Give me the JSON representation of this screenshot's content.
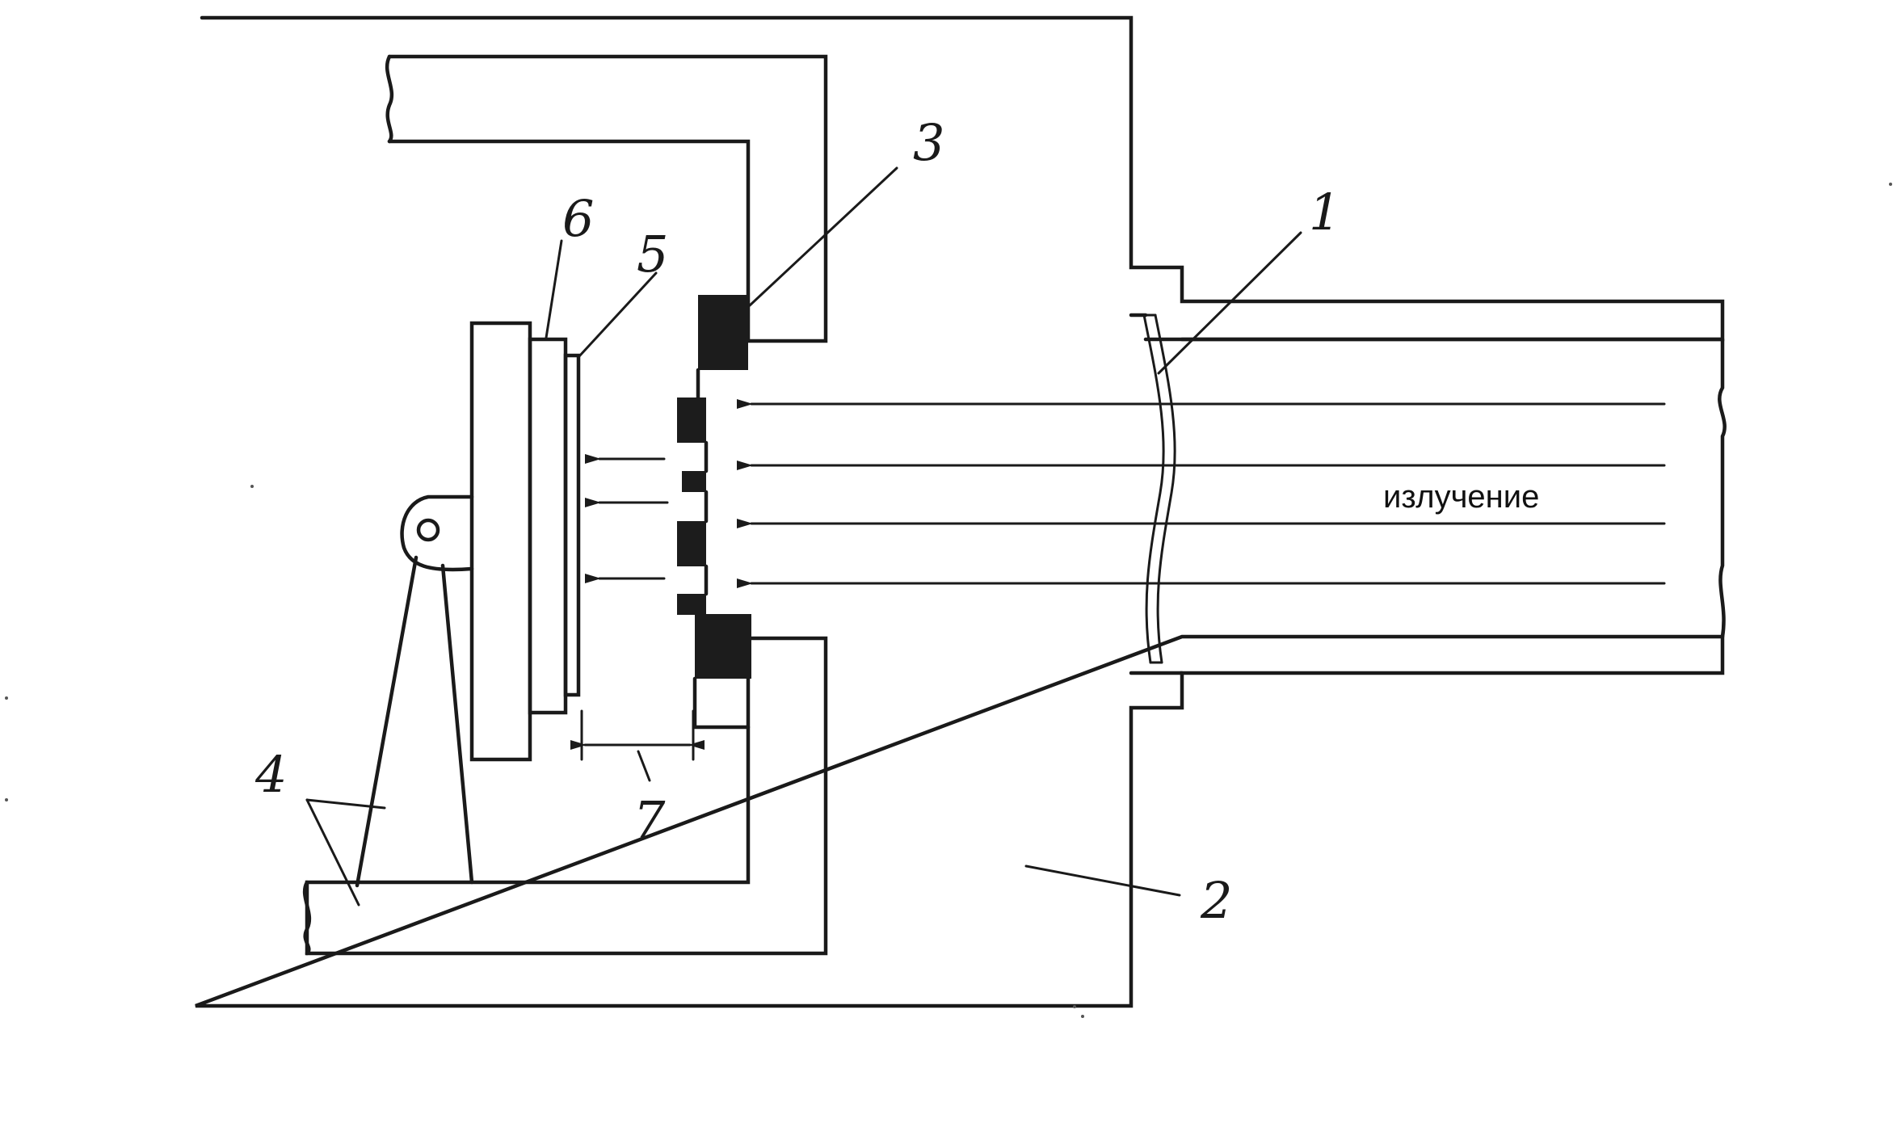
{
  "labels": {
    "radiation": "излучение",
    "n1": "1",
    "n2": "2",
    "n3": "3",
    "n4": "4",
    "n5": "5",
    "n6": "6",
    "n7": "7"
  }
}
